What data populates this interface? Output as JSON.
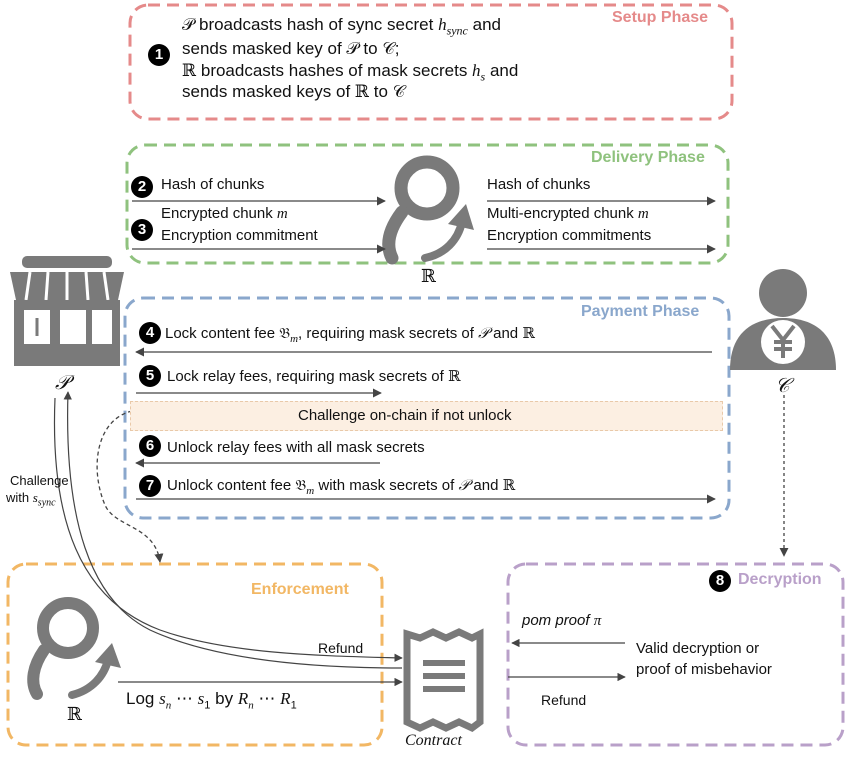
{
  "colors": {
    "setup": "#e58a8a",
    "delivery": "#8fc27e",
    "payment": "#8aa7cc",
    "enforcement": "#f2b764",
    "decryption": "#b9a0c9",
    "icon": "#7a7a7a",
    "arrow": "#444444",
    "challenge_fill": "#fcefe2"
  },
  "phases": {
    "setup": "Setup Phase",
    "delivery": "Delivery Phase",
    "payment": "Payment Phase",
    "enforcement": "Enforcement",
    "decryption": "Decryption"
  },
  "setup": {
    "step": "1",
    "line1_sym": "𝒫",
    "line1_text": " broadcasts  hash of sync secret ",
    "line1_var": "h",
    "line1_sub": "sync",
    "line1_end": " and",
    "line2_text": "sends masked key of ",
    "line2_sym": "𝒫",
    "line2_to": " to ",
    "line2_sym2": "𝒞",
    "line2_end": ";",
    "line3_sym": "ℝ",
    "line3_text": " broadcasts hashes of mask secrets ",
    "line3_var": "h",
    "line3_sub": "s",
    "line3_end": " and",
    "line4_text": "sends masked keys of ",
    "line4_sym": "ℝ",
    "line4_to": " to ",
    "line4_sym2": "𝒞"
  },
  "delivery": {
    "step2": "2",
    "step3": "3",
    "left_hash": "Hash of chunks",
    "left_chunk": "Encrypted chunk ",
    "left_chunk_var": "m",
    "left_commit": "Encryption commitment",
    "right_hash": "Hash of chunks",
    "right_chunk": "Multi-encrypted chunk ",
    "right_chunk_var": "m",
    "right_commit": "Encryption commitments",
    "relay_label": "ℝ"
  },
  "payment": {
    "step4": "4",
    "step5": "5",
    "step6": "6",
    "step7": "7",
    "msg4_a": "Lock content fee ",
    "msg4_sym": "𝔅",
    "msg4_sub": "m",
    "msg4_b": ", requiring mask secrets of ",
    "msg4_p": "𝒫",
    "msg4_and": " and ",
    "msg4_r": "ℝ",
    "msg5_a": "Lock relay fees, requiring mask secrets of ",
    "msg5_r": "ℝ",
    "challenge": "Challenge on-chain if not unlock",
    "msg6": "Unlock relay fees with all mask secrets",
    "msg7_a": "Unlock content fee ",
    "msg7_sym": "𝔅",
    "msg7_sub": "m",
    "msg7_b": " with mask secrets of ",
    "msg7_p": "𝒫",
    "msg7_and": " and ",
    "msg7_r": "ℝ"
  },
  "actors": {
    "provider": "𝒫",
    "consumer": "𝒞",
    "relay_bottom": "ℝ",
    "contract": "Contract"
  },
  "challenge_side": {
    "line1": "Challenge",
    "line2": "with ",
    "var": "s",
    "sub": "sync"
  },
  "enforcement": {
    "refund": "Refund",
    "log_a": "Log ",
    "log_s": "s",
    "log_sn": "n",
    "log_dots": " ⋯ ",
    "log_s1": "1",
    "log_by": " by ",
    "log_R": "R",
    "log_Rn": "n",
    "log_R1": "1"
  },
  "decryption": {
    "step8": "8",
    "pom": "pom proof ",
    "pi": "π",
    "valid1": "Valid decryption or",
    "valid2": "proof of misbehavior",
    "refund": "Refund"
  }
}
